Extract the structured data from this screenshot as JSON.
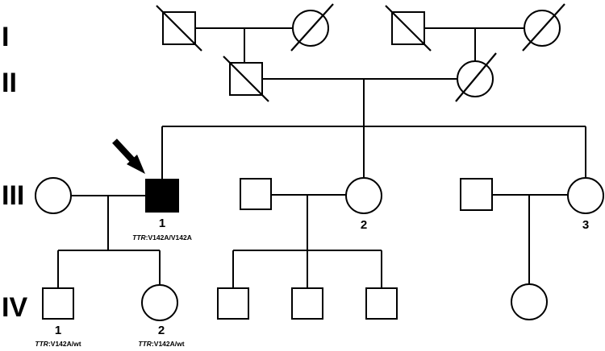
{
  "generations": {
    "g1": "I",
    "g2": "II",
    "g3": "III",
    "g4": "IV"
  },
  "individuals": {
    "III-1": {
      "number": "1",
      "gene": "TTR",
      "genotype": ":V142A/V142A",
      "affected": true,
      "proband": true
    },
    "III-2": {
      "number": "2"
    },
    "III-3": {
      "number": "3"
    },
    "IV-1": {
      "number": "1",
      "gene": "TTR",
      "genotype": ":V142A/wt"
    },
    "IV-2": {
      "number": "2",
      "gene": "TTR",
      "genotype": ":V142A/wt"
    }
  },
  "colors": {
    "line": "#000000",
    "affected_fill": "#000000",
    "unaffected_fill": "#ffffff"
  }
}
